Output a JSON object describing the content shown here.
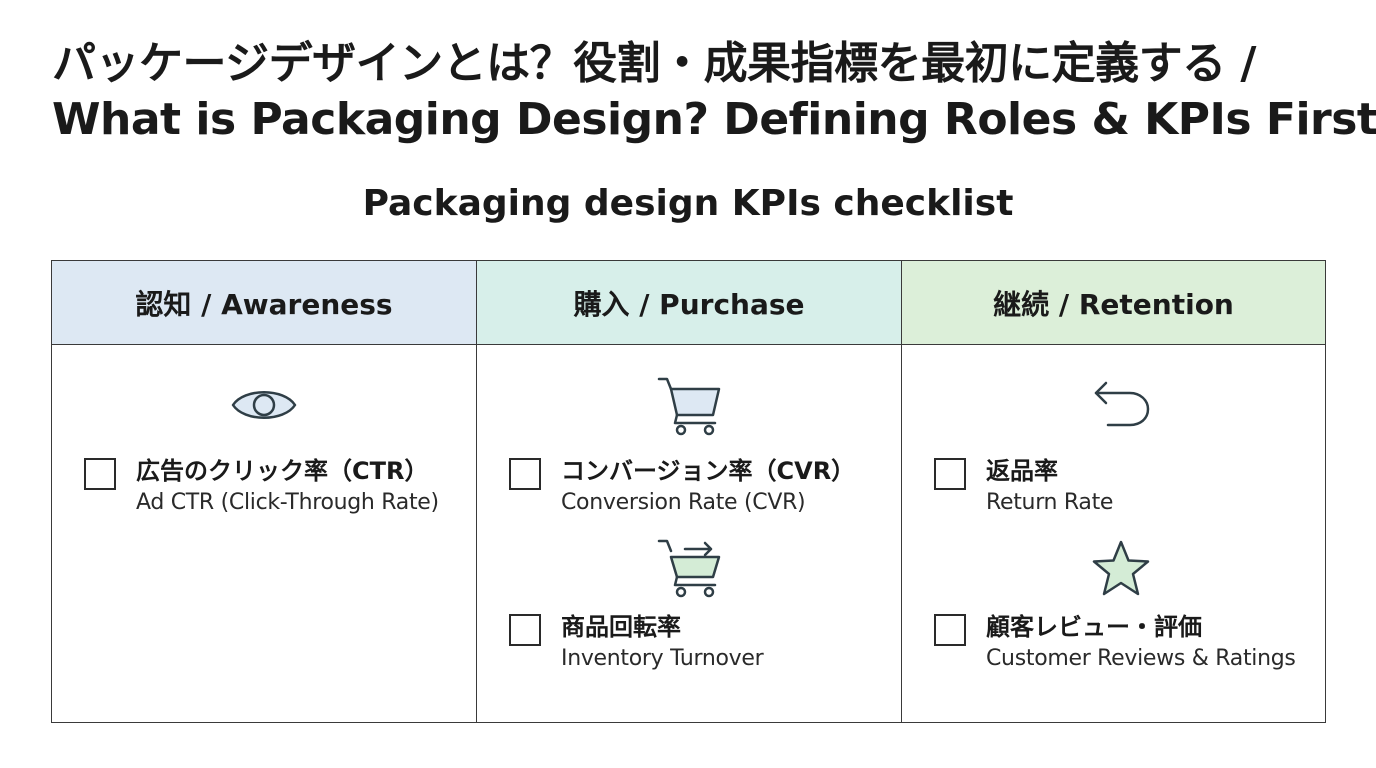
{
  "title": {
    "line1": "パッケージデザインとは？役割・成果指標を最初に定義する /",
    "line2": "What is Packaging Design?  Defining Roles & KPIs First"
  },
  "subtitle": "Packaging design KPIs checklist",
  "columns": [
    {
      "header": "認知 / Awareness",
      "items": [
        {
          "icon": "eye-icon",
          "jp": "広告のクリック率（CTR）",
          "en": "Ad CTR (Click-Through Rate)",
          "checked": false
        }
      ]
    },
    {
      "header": "購入 / Purchase",
      "items": [
        {
          "icon": "shopping-cart-icon",
          "jp": "コンバージョン率（CVR）",
          "en": "Conversion Rate (CVR)",
          "checked": false
        },
        {
          "icon": "cart-arrow-icon",
          "jp": "商品回転率",
          "en": "Inventory Turnover",
          "checked": false
        }
      ]
    },
    {
      "header": "継続 / Retention",
      "items": [
        {
          "icon": "return-arrow-icon",
          "jp": "返品率",
          "en": "Return Rate",
          "checked": false
        },
        {
          "icon": "star-icon",
          "jp": "顧客レビュー・評価",
          "en": "Customer Reviews & Ratings",
          "checked": false
        }
      ]
    }
  ],
  "colors": {
    "awareness_header": "#dde8f3",
    "purchase_header": "#d7efea",
    "retention_header": "#dcefd9",
    "icon_stroke": "#2f3e46",
    "icon_fill_blue": "#dde8f3",
    "icon_fill_green": "#d4ecd6"
  }
}
